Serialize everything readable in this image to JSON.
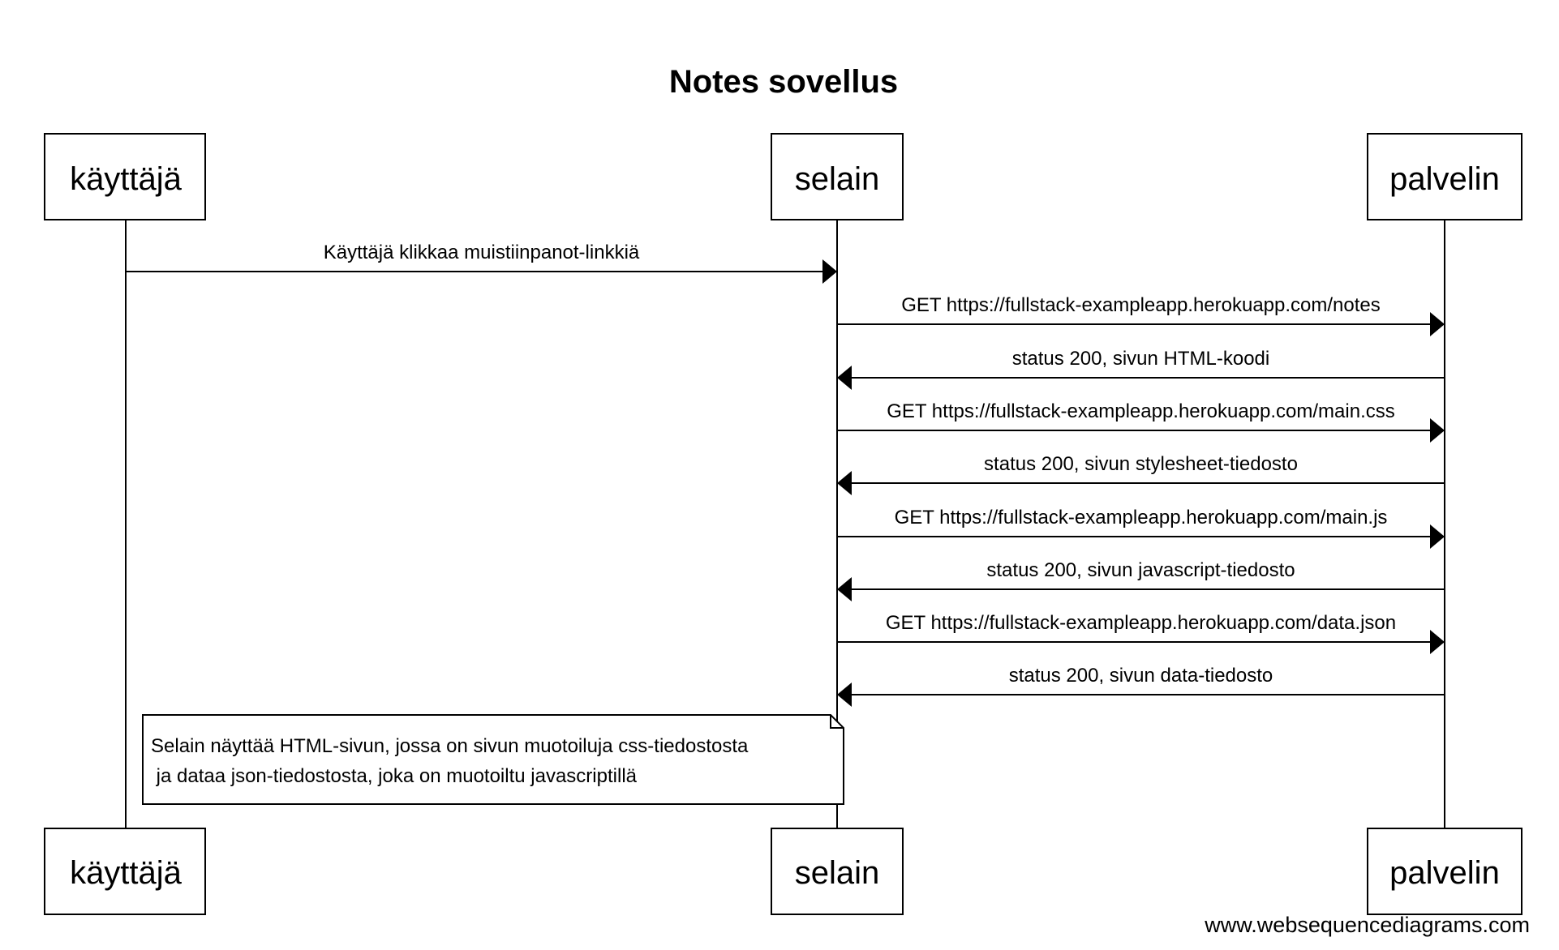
{
  "title": "Notes sovellus",
  "participants": [
    {
      "id": "kayttaja",
      "label": "käyttäjä"
    },
    {
      "id": "selain",
      "label": "selain"
    },
    {
      "id": "palvelin",
      "label": "palvelin"
    }
  ],
  "messages": [
    {
      "from": "kayttaja",
      "to": "selain",
      "label": "Käyttäjä klikkaa muistiinpanot-linkkiä"
    },
    {
      "from": "selain",
      "to": "palvelin",
      "label": "GET https://fullstack-exampleapp.herokuapp.com/notes"
    },
    {
      "from": "palvelin",
      "to": "selain",
      "label": "status 200, sivun HTML-koodi"
    },
    {
      "from": "selain",
      "to": "palvelin",
      "label": "GET https://fullstack-exampleapp.herokuapp.com/main.css"
    },
    {
      "from": "palvelin",
      "to": "selain",
      "label": "status 200, sivun stylesheet-tiedosto"
    },
    {
      "from": "selain",
      "to": "palvelin",
      "label": "GET https://fullstack-exampleapp.herokuapp.com/main.js"
    },
    {
      "from": "palvelin",
      "to": "selain",
      "label": "status 200, sivun javascript-tiedosto"
    },
    {
      "from": "selain",
      "to": "palvelin",
      "label": "GET https://fullstack-exampleapp.herokuapp.com/data.json"
    },
    {
      "from": "palvelin",
      "to": "selain",
      "label": "status 200, sivun data-tiedosto"
    }
  ],
  "note": {
    "lines": [
      "Selain näyttää HTML-sivun, jossa on sivun muotoiluja css-tiedostosta",
      " ja dataa json-tiedostosta, joka on muotoiltu javascriptillä"
    ]
  },
  "watermark": "www.websequencediagrams.com"
}
